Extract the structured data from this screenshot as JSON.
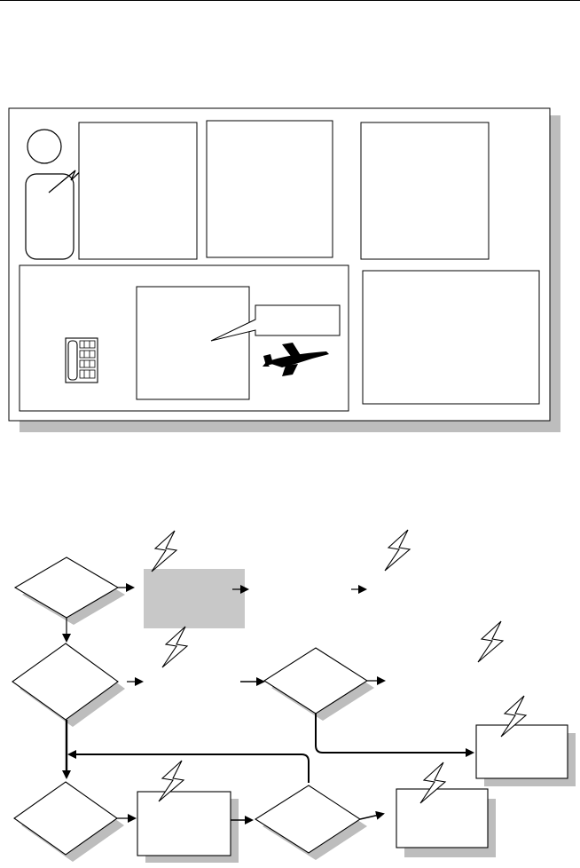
{
  "page": {
    "header_rule": true
  },
  "scene_panel": {
    "regions": [
      "person-with-phone",
      "empty-box-1",
      "empty-box-2",
      "empty-box-3",
      "telephone-room",
      "empty-box-4"
    ],
    "icons": [
      "person-icon",
      "lightning-icon",
      "telephone-icon",
      "airplane-icon",
      "speech-bubble"
    ]
  },
  "flowchart": {
    "icons": [
      "lightning-icon"
    ],
    "colors": {
      "shadow": "#bdbdbd",
      "highlight_box": "#c8c8c8",
      "line": "#000000"
    }
  }
}
